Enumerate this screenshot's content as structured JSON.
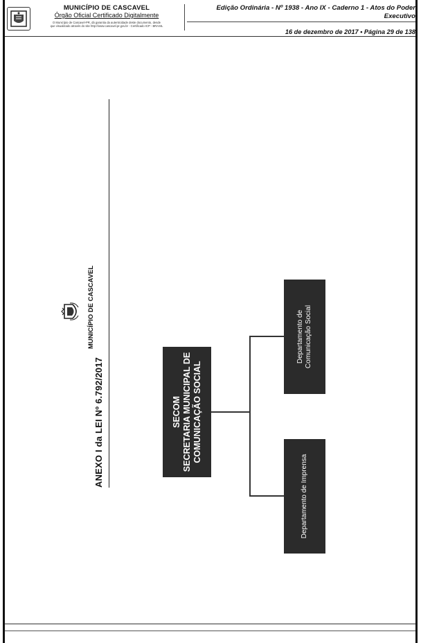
{
  "header": {
    "municipio": "MUNICÍPIO DE CASCAVEL",
    "orgao": "Órgão Oficial Certificado Digitalmente",
    "fine_print_1": "O Município de Cascavel-PR, dá garantia da autenticidade deste documento, desde",
    "fine_print_2": "que visualizado através do site http://www.cascavel.pr.gov.br - Certificado ICP - BRASIL",
    "edicao": "Edição Ordinária - Nº 1938 - Ano IX - Caderno 1 - Atos do Poder Executivo",
    "data_pagina": "16 de dezembro de 2017  •  Página 29 de 138"
  },
  "document": {
    "anexo_title": "ANEXO I da LEI Nº 6.792/2017",
    "municipio_label": "MUNICÍPIO DE CASCAVEL"
  },
  "org_chart": {
    "root": {
      "line1": "SECOM",
      "line2": "SECRETARIA MUNICIPAL DE",
      "line3": "COMUNICAÇÃO SOCIAL"
    },
    "children": [
      {
        "line1": "Departamento de Imprensa",
        "line2": ""
      },
      {
        "line1": "Departamento de",
        "line2": "Comunicação Social"
      }
    ]
  }
}
